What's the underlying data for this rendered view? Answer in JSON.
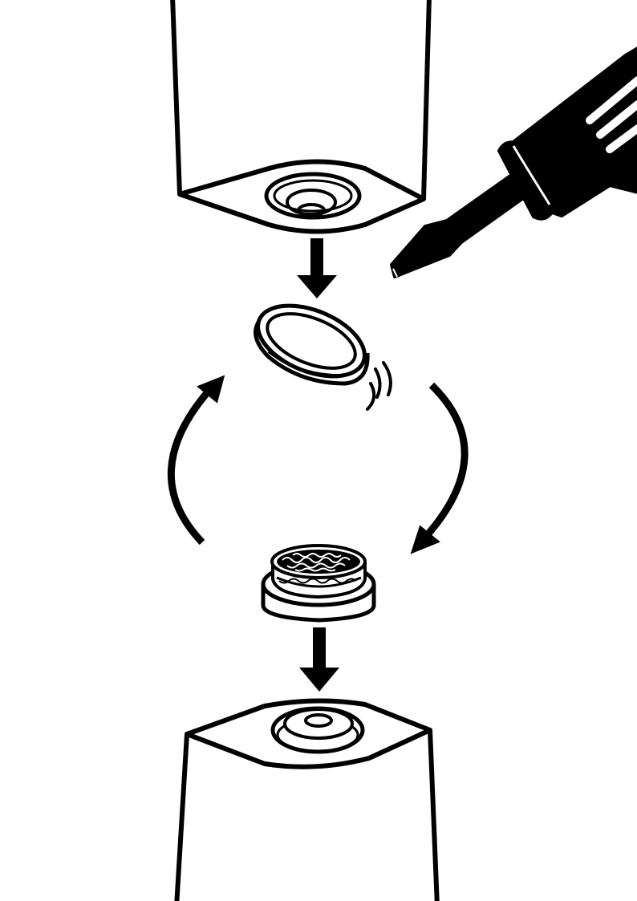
{
  "diagram": {
    "kind": "instruction-illustration",
    "steps": [
      "remove-ring-from-bottom-of-device",
      "pry-with-screwdriver",
      "rotate-screen-filter",
      "reinsert-screen-into-top-of-device"
    ]
  },
  "colors": {
    "ink": "#000000",
    "paper": "#ffffff"
  },
  "icons": {
    "tool": "screwdriver-icon",
    "down_arrow": "arrow-down-icon",
    "rotate": "rotate-arrows-icon"
  }
}
